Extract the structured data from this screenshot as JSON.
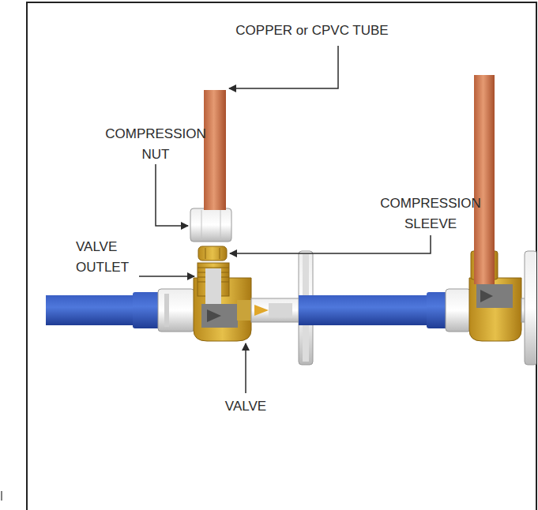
{
  "diagram": {
    "labels": [
      "COPPER or CPVC TUBE",
      "COMPRESSION NUT",
      "COMPRESSION SLEEVE",
      "VALVE OUTLET",
      "VALVE"
    ]
  }
}
